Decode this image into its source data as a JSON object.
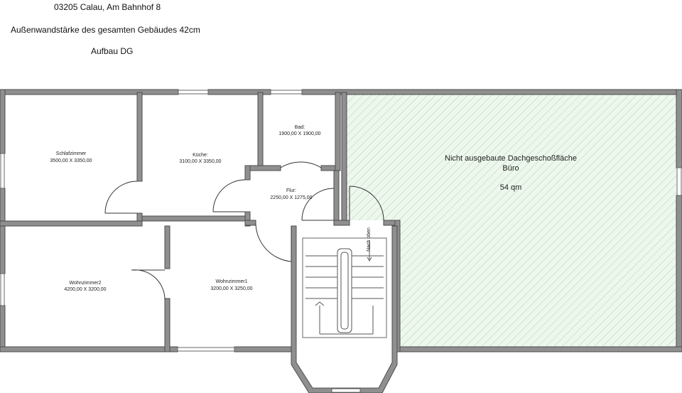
{
  "header": {
    "address": "03205 Calau,  Am Bahnhof 8",
    "wall_thickness": "Außenwandstärke des gesamten Gebäudes 42cm",
    "floor": "Aufbau DG"
  },
  "rooms": [
    {
      "name": "Schlafzimmer",
      "dims": "3500,00 X 3350,00"
    },
    {
      "name": "Küche:",
      "dims": "3100,00 X 3350,00"
    },
    {
      "name": "Bad:",
      "dims": "1900,00 X 1900,00"
    },
    {
      "name": "Flur:",
      "dims": "2250,00 X 1275,00"
    },
    {
      "name": "Wohnzimmer2",
      "dims": "4200,00 X 3200,00"
    },
    {
      "name": "Wohnzimmer1",
      "dims": "3200,00 X 3250,00"
    }
  ],
  "attic": {
    "line1": "Nicht ausgebaute Dachgeschoßfläche",
    "line2": "Büro",
    "area": "54 qm"
  },
  "stairs": {
    "label": "Nach oben"
  },
  "colors": {
    "wall": "#8f8f8f",
    "hatch": "#a8d5a8",
    "attic_fill": "#eef7ee"
  }
}
